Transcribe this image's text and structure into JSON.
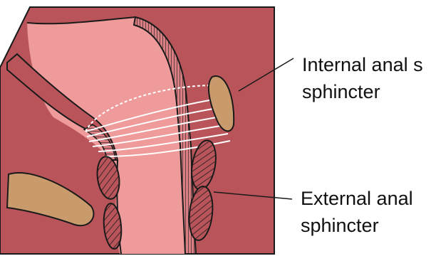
{
  "colors": {
    "tissue": "#b9555a",
    "lumen": "#ef9a9b",
    "internal_sphincter": "#c99a6b",
    "outline": "#1a1a1a",
    "fibers": "#ffffff"
  },
  "labels": {
    "internal_line1": "Internal anal s",
    "internal_line2": "sphincter",
    "external_line1": "External anal",
    "external_line2": "sphincter"
  }
}
